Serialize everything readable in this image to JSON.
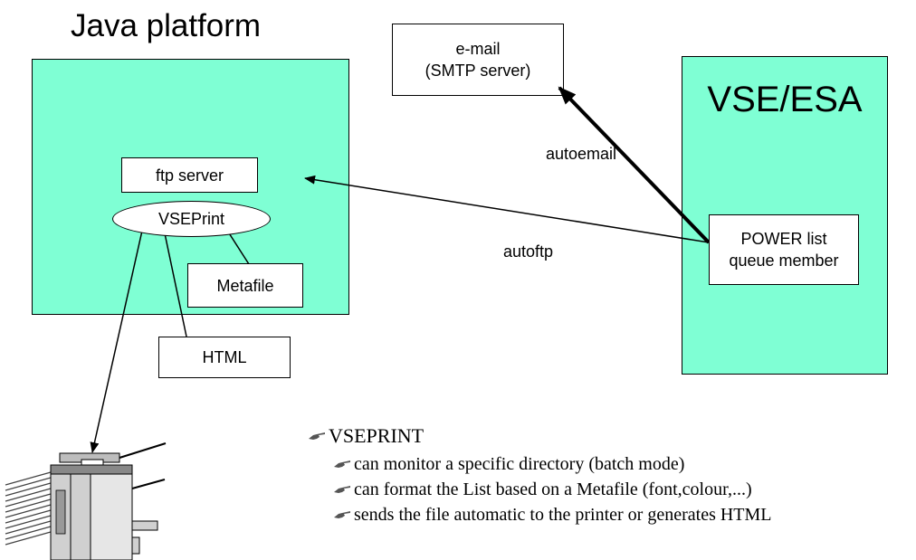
{
  "title": "Java platform",
  "java_panel": {
    "ftp_server": "ftp server",
    "vseprint": "VSEPrint",
    "metafile": "Metafile"
  },
  "html_box": "HTML",
  "email_box": {
    "line1": "e-mail",
    "line2": "(SMTP server)"
  },
  "vse_panel": {
    "title": "VSE/ESA",
    "power_line1": "POWER list",
    "power_line2": "queue member"
  },
  "arrows": {
    "autoemail": "autoemail",
    "autoftp": "autoftp"
  },
  "bullets": {
    "main": "VSEPRINT",
    "items": [
      "can monitor a specific directory (batch mode)",
      "can format the List based on a Metafile (font,colour,...)",
      "sends the file automatic to the printer or generates HTML"
    ]
  },
  "colors": {
    "panel_fill": "#7FFFD4",
    "stroke": "#000000",
    "background": "#FFFFFF"
  },
  "icons": {
    "printer": "printer-icon",
    "bullet": "pointing-hand-icon"
  }
}
